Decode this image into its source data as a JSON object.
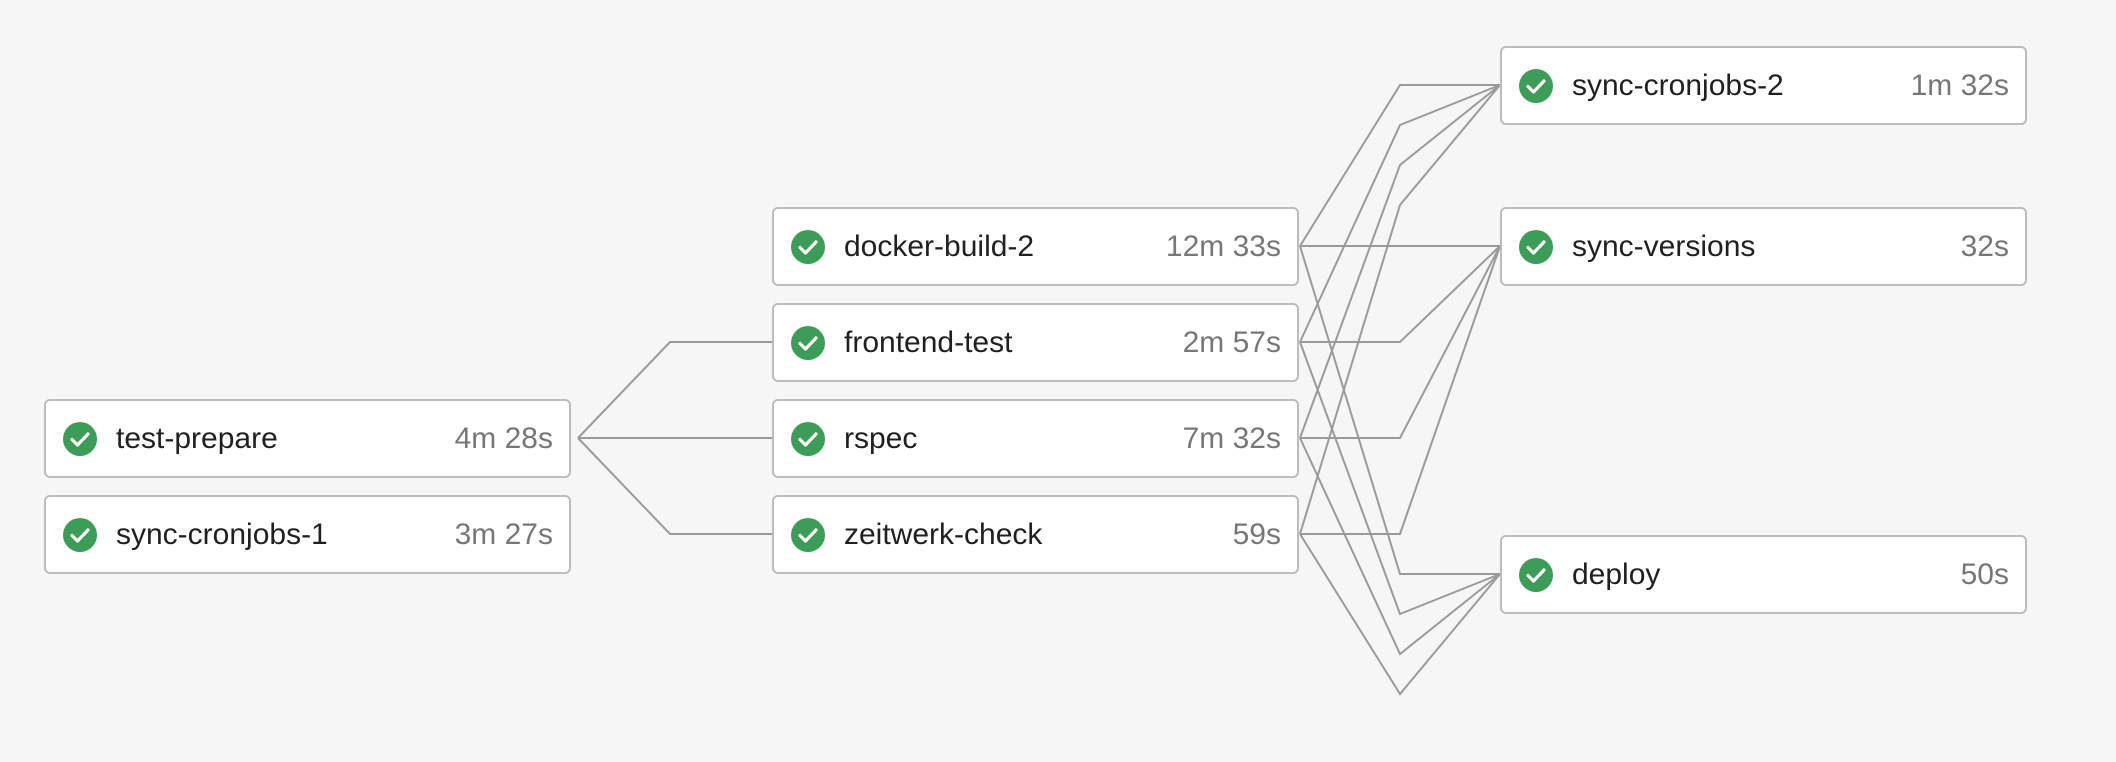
{
  "status_color": "#3d9c57",
  "status_icon": "check-circle-icon",
  "stages": [
    {
      "jobs": [
        {
          "name": "test-prepare",
          "duration": "4m 28s",
          "status": "success"
        },
        {
          "name": "sync-cronjobs-1",
          "duration": "3m 27s",
          "status": "success"
        }
      ]
    },
    {
      "jobs": [
        {
          "name": "docker-build-2",
          "duration": "12m 33s",
          "status": "success"
        },
        {
          "name": "frontend-test",
          "duration": "2m 57s",
          "status": "success"
        },
        {
          "name": "rspec",
          "duration": "7m 32s",
          "status": "success"
        },
        {
          "name": "zeitwerk-check",
          "duration": "59s",
          "status": "success"
        }
      ]
    },
    {
      "jobs": [
        {
          "name": "sync-cronjobs-2",
          "duration": "1m 32s",
          "status": "success"
        },
        {
          "name": "sync-versions",
          "duration": "32s",
          "status": "success"
        },
        {
          "name": "deploy",
          "duration": "50s",
          "status": "success"
        }
      ]
    }
  ]
}
